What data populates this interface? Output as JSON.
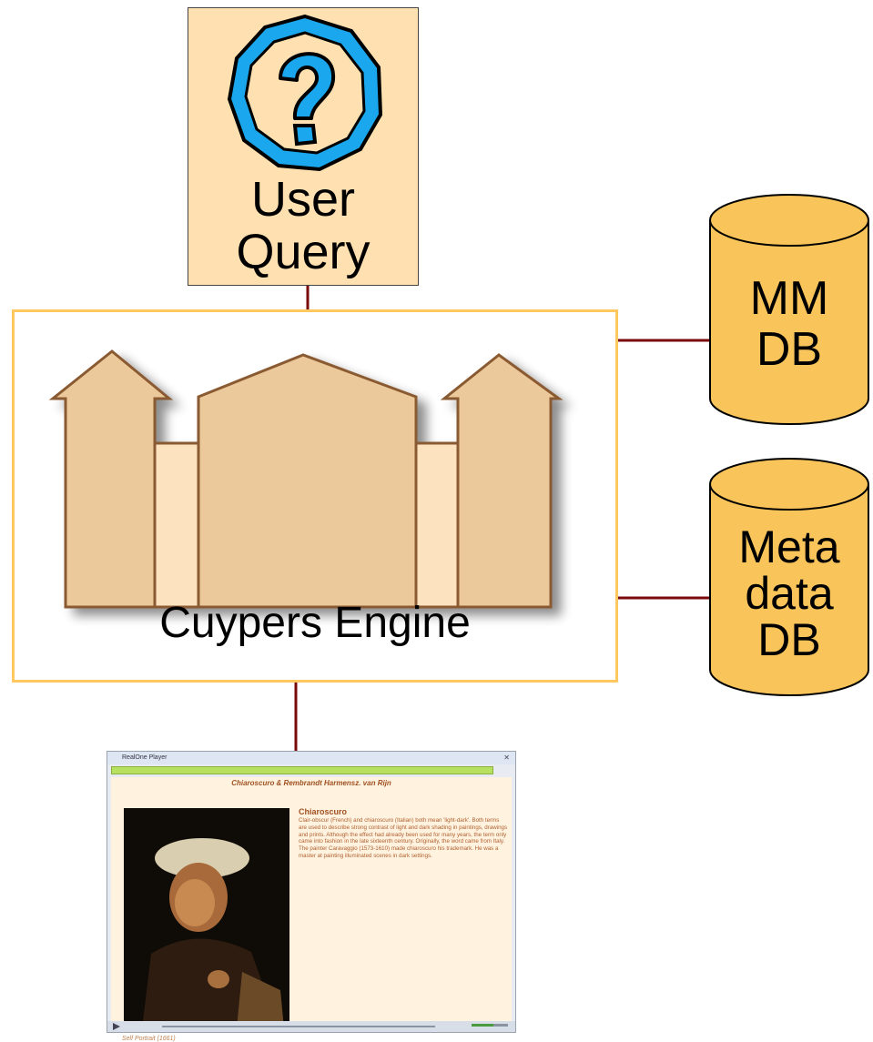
{
  "query": {
    "label_line1": "User",
    "label_line2": "Query"
  },
  "engine": {
    "label": "Cuypers Engine"
  },
  "databases": {
    "mm": {
      "line1": "MM",
      "line2": "DB"
    },
    "meta": {
      "line1": "Meta",
      "line2": "data",
      "line3": "DB"
    }
  },
  "browser": {
    "app_title": "RealOne Player",
    "page_title": "Chiaroscuro & Rembrandt Harmensz. van Rijn",
    "section_heading": "Chiaroscuro",
    "section_text": "Clair-obscur (French) and chiaroscuro (Italian) both mean 'light-dark'. Both terms are used to describe strong contrast of light and dark shading in paintings, drawings and prints. Although the effect had already been used for many years, the term only came into fashion in the late sixteenth century. Originally, the word came from Italy. The painter Caravaggio (1573-1610) made chiaroscuro his trademark. He was a master at painting illuminated scenes in dark settings.",
    "caption": "Self Portrait (1661)"
  },
  "colors": {
    "connector": "#7a0a0a",
    "box_fill": "#ffe0b0",
    "frame_border": "#ffc860",
    "db_fill": "#f9c45a",
    "question_blue": "#1aa7ee"
  }
}
